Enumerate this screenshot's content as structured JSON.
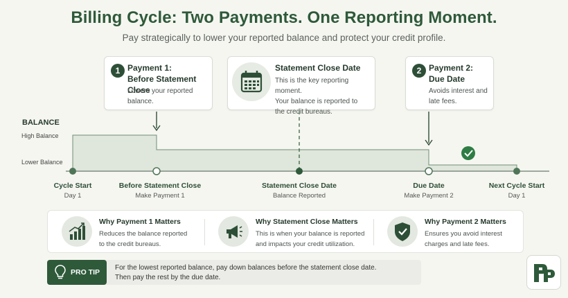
{
  "header": {
    "title": "Billing Cycle: Two Payments. One Reporting Moment.",
    "subtitle": "Pay strategically to lower your reported balance and protect your credit profile."
  },
  "cards": {
    "payment1": {
      "number": "1",
      "title_line1": "Payment 1:",
      "title_line2": "Before Statement Close",
      "text_line1": "Lowers your reported",
      "text_line2": "balance."
    },
    "statement": {
      "title": "Statement Close Date",
      "text_line1": "This is the key reporting moment.",
      "text_line2": "Your balance is reported to",
      "text_line3": "the credit bureaus."
    },
    "payment2": {
      "number": "2",
      "title_line1": "Payment 2:",
      "title_line2": "Due Date",
      "text_line1": "Avoids interest and",
      "text_line2": "late fees."
    }
  },
  "chart": {
    "y_title": "BALANCE",
    "y_high": "High Balance",
    "y_low": "Lower Balance",
    "points": [
      {
        "label": "Cycle Start",
        "sub": "Day 1"
      },
      {
        "label": "Before Statement Close",
        "sub": "Make Payment 1"
      },
      {
        "label": "Statement Close Date",
        "sub": "Balance Reported"
      },
      {
        "label": "Due Date",
        "sub": "Make Payment 2"
      },
      {
        "label": "Next Cycle Start",
        "sub": "Day 1"
      }
    ]
  },
  "benefits": [
    {
      "title": "Why Payment 1 Matters",
      "line1": "Reduces the balance reported",
      "line2": "to the credit bureaus.",
      "icon": "bar-chart-up-icon"
    },
    {
      "title": "Why Statement Close Matters",
      "line1": "This is when your balance is reported",
      "line2": "and impacts your credit utilization.",
      "icon": "megaphone-icon"
    },
    {
      "title": "Why Payment 2 Matters",
      "line1": "Ensures you avoid interest",
      "line2": "charges and late fees.",
      "icon": "shield-check-icon"
    }
  ],
  "pro_tip": {
    "label": "PRO TIP",
    "line1": "For the lowest reported balance, pay down balances before the statement close date.",
    "line2": "Then pay the rest by the due date."
  },
  "colors": {
    "primary": "#2e5a3a",
    "area": "#dfe6db",
    "line": "#5a7d62",
    "background": "#f6f6f1"
  }
}
